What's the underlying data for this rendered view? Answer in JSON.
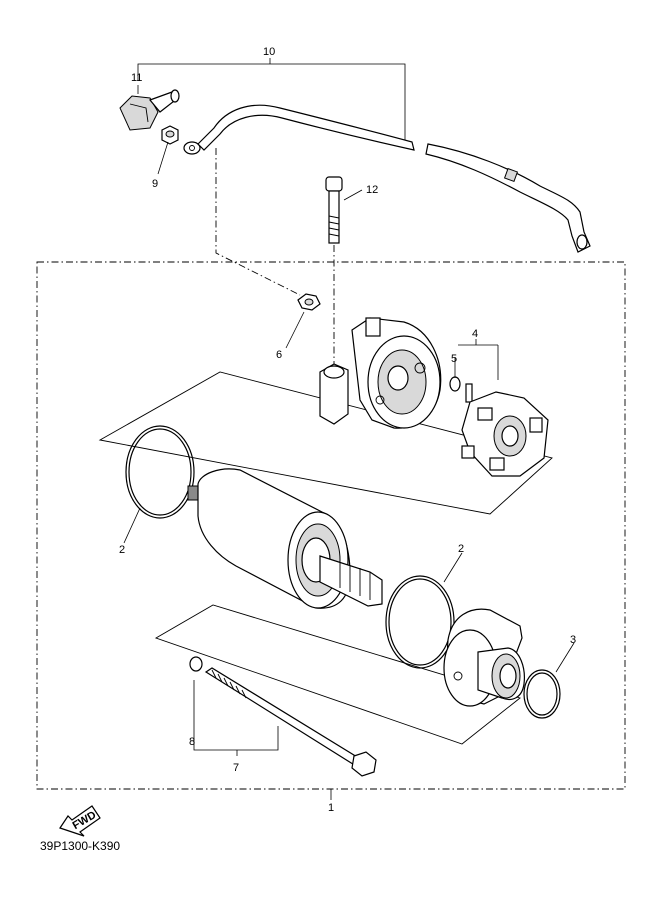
{
  "callouts": {
    "c1": "1",
    "c2a": "2",
    "c2b": "2",
    "c3": "3",
    "c4": "4",
    "c5": "5",
    "c6": "6",
    "c7": "7",
    "c8": "8",
    "c9": "9",
    "c10": "10",
    "c11": "11",
    "c12": "12"
  },
  "fwd_label": "FWD",
  "diagram_code": "39P1300-K390"
}
